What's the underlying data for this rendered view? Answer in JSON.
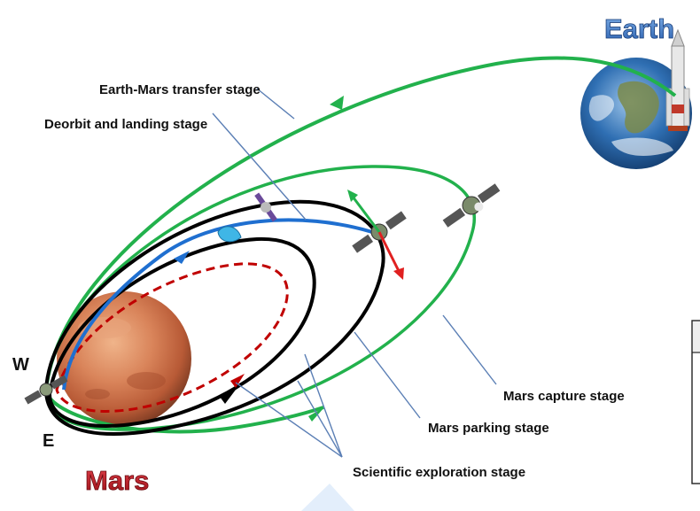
{
  "planets": {
    "earth": "Earth",
    "mars": "Mars"
  },
  "points": {
    "west": "W",
    "east": "E"
  },
  "stages": {
    "transfer": "Earth-Mars transfer stage",
    "deorbit": "Deorbit and landing stage",
    "capture": "Mars capture stage",
    "parking": "Mars parking stage",
    "science": "Scientific exploration stage"
  },
  "colors": {
    "transfer_orbit": "#22b14c",
    "parking_orbit": "#000000",
    "deorbit_path": "#1f6fd0",
    "science_orbit": "#c00000",
    "leader_line": "#5b7fb5",
    "earth_label": "#3a74c5",
    "mars_label": "#c0141c"
  }
}
